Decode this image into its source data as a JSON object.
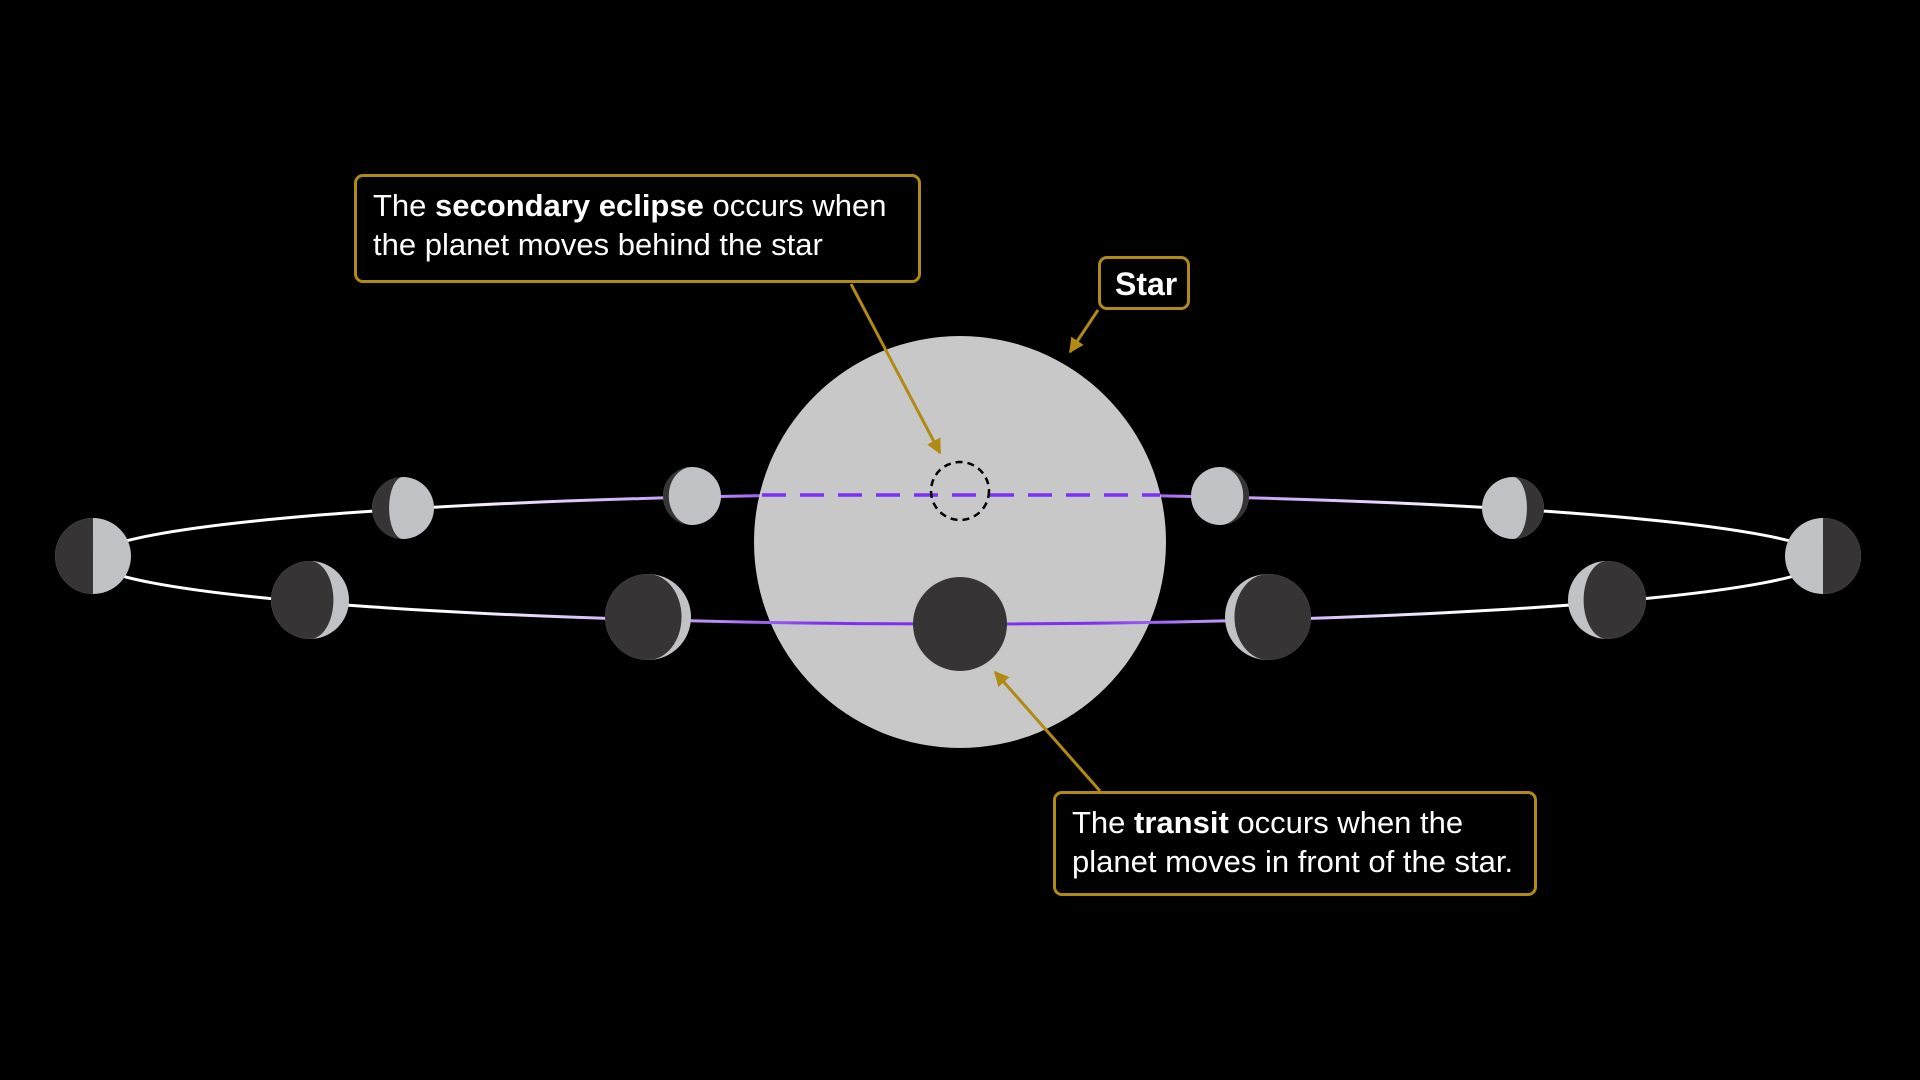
{
  "callouts": {
    "secondary": {
      "pre": "The ",
      "bold": "secondary eclipse",
      "post": " occurs when",
      "line2": "the planet moves behind the star"
    },
    "transit": {
      "pre": "The ",
      "bold": "transit",
      "post": " occurs when the",
      "line2": "planet moves in front of the star."
    },
    "star": {
      "label": "Star"
    }
  },
  "colors": {
    "background": "#000000",
    "star": "#c8c8c8",
    "planet_light": "#c1c2c6",
    "planet_dark": "#363435",
    "orbit": "#ffffff",
    "orbit_highlight": "#8a3cf5",
    "callout_border": "#b08a12"
  },
  "planets": [
    {
      "id": "far-left",
      "dark_side": "left",
      "phase": "half"
    },
    {
      "id": "upper-left-1",
      "dark_side": "left",
      "phase": "gibbous"
    },
    {
      "id": "upper-left-2",
      "dark_side": "left",
      "phase": "near-full"
    },
    {
      "id": "lower-left-1",
      "dark_side": "left",
      "phase": "crescent"
    },
    {
      "id": "lower-left-2",
      "dark_side": "left",
      "phase": "thin-crescent"
    },
    {
      "id": "transit",
      "dark_side": "all",
      "phase": "new"
    },
    {
      "id": "lower-right-1",
      "dark_side": "right",
      "phase": "thin-crescent"
    },
    {
      "id": "lower-right-2",
      "dark_side": "right",
      "phase": "crescent"
    },
    {
      "id": "upper-right-1",
      "dark_side": "right",
      "phase": "near-full"
    },
    {
      "id": "upper-right-2",
      "dark_side": "right",
      "phase": "gibbous"
    },
    {
      "id": "far-right",
      "dark_side": "right",
      "phase": "half"
    }
  ]
}
